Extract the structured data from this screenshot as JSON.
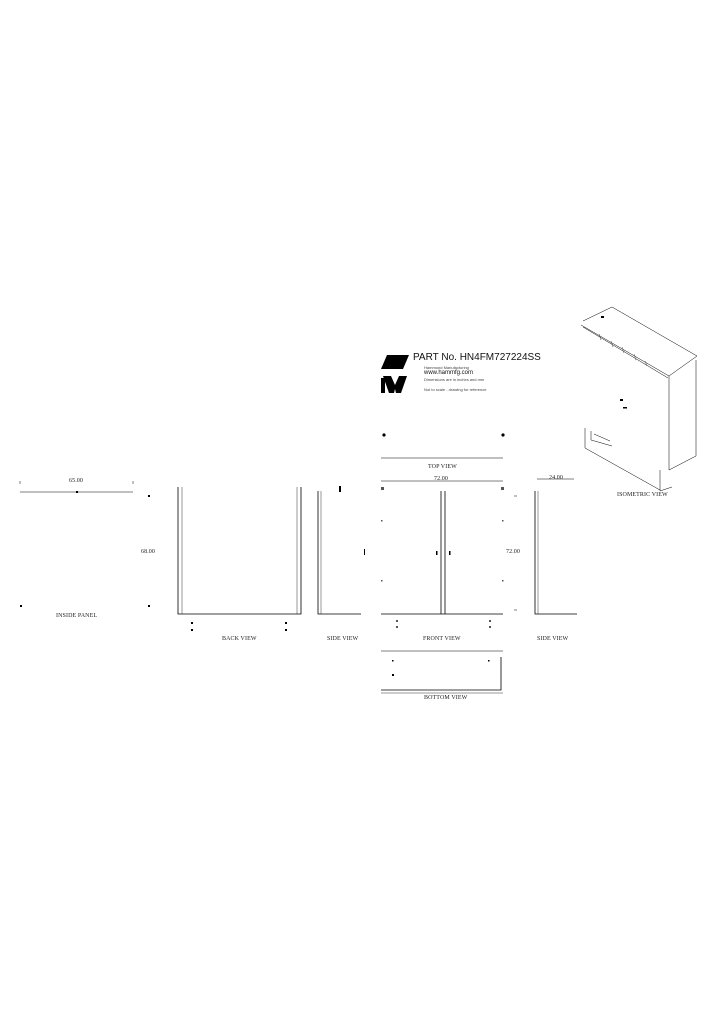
{
  "title_block": {
    "part_label": "PART No.",
    "part_number": "HN4FM727224SS",
    "line1": "Hammond Manufacturing",
    "line2": "www.hammfg.com",
    "line3": "Dimensions are in inches and mm",
    "line4": "Not to scale - drawing for reference"
  },
  "views": {
    "inside_panel": "INSIDE PANEL",
    "back": "BACK VIEW",
    "side_left": "SIDE VIEW",
    "front": "FRONT VIEW",
    "side_right": "SIDE VIEW",
    "top": "TOP VIEW",
    "bottom": "BOTTOM VIEW",
    "isometric": "ISOMETRIC VIEW"
  },
  "dimensions": {
    "panel_width": "65.00",
    "panel_height": "68.00",
    "front_width": "72.00",
    "front_height": "72.00",
    "side_depth": "24.00"
  }
}
